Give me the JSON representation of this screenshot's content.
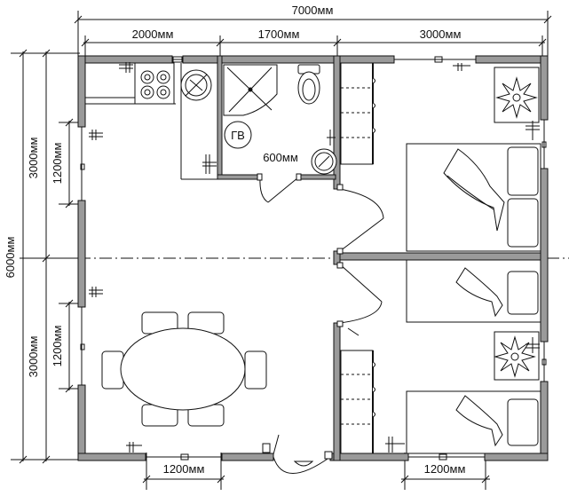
{
  "dimensions": {
    "total_width": "7000мм",
    "seg_left": "2000мм",
    "seg_mid": "1700мм",
    "seg_right": "3000мм",
    "total_height": "6000мм",
    "height_top": "3000мм",
    "height_bottom": "3000мм",
    "window_left_top": "1200мм",
    "window_left_bottom": "1200мм",
    "window_bottom_left": "1200мм",
    "window_bottom_right": "1200мм",
    "door_bath": "600мм"
  },
  "labels": {
    "water_heater": "ГВ"
  },
  "colors": {
    "wall": "#9a9a9a",
    "line": "#111111",
    "fill": "#ffffff"
  }
}
